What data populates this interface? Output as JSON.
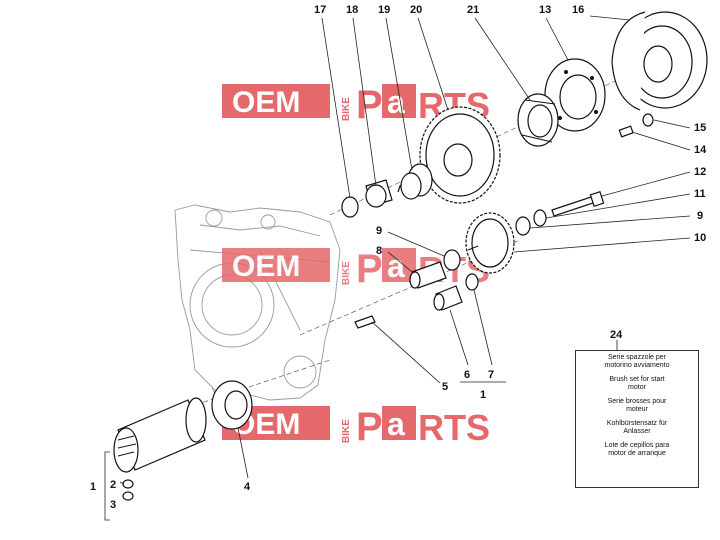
{
  "watermark": {
    "oem": "OEM",
    "bike": "BIKE",
    "parts_p": "P",
    "parts_a": "a",
    "parts_rest": "RTS",
    "color": "#e5686a"
  },
  "callouts": {
    "n17": "17",
    "n18": "18",
    "n19": "19",
    "n20": "20",
    "n21": "21",
    "n13": "13",
    "n16": "16",
    "n15": "15",
    "n14": "14",
    "n12": "12",
    "n11": "11",
    "n9a": "9",
    "n10": "10",
    "n9b": "9",
    "n8": "8",
    "n5": "5",
    "n6": "6",
    "n7": "7",
    "n1a": "1",
    "n24": "24",
    "n1b": "1",
    "n2": "2",
    "n3": "3",
    "n4": "4"
  },
  "legend": {
    "it": "Serie spazzole per\nmotorino avviamento",
    "en": "Brush set for start\nmotor",
    "fr": "Serie brosses pour\nmoteur",
    "de": "Kohlbürstensatz für\nAnlasser",
    "es": "Lote de cepillos para\nmotor de arranque"
  }
}
